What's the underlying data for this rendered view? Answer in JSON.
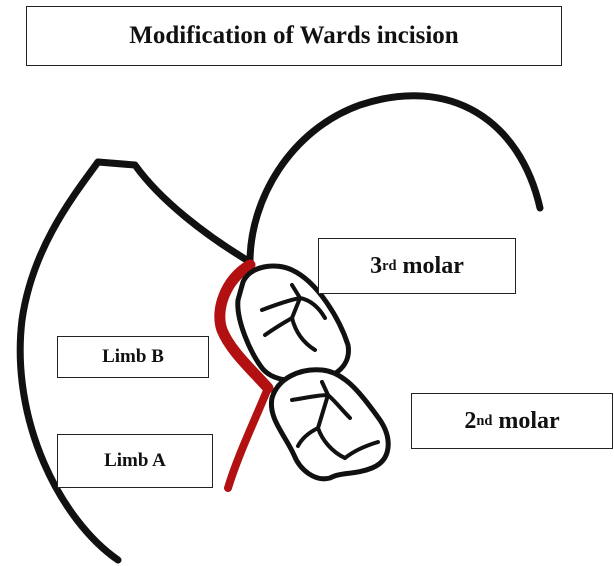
{
  "title": "Modification of Wards incision",
  "labels": {
    "third_molar": {
      "number": "3",
      "suffix": "rd",
      "word": "molar"
    },
    "second_molar": {
      "number": "2",
      "suffix": "nd",
      "word": "molar"
    },
    "limb_b": "Limb B",
    "limb_a": "Limb A"
  },
  "colors": {
    "outline": "#111111",
    "incision": "#b31111",
    "tooth_fill": "#ffffff"
  }
}
